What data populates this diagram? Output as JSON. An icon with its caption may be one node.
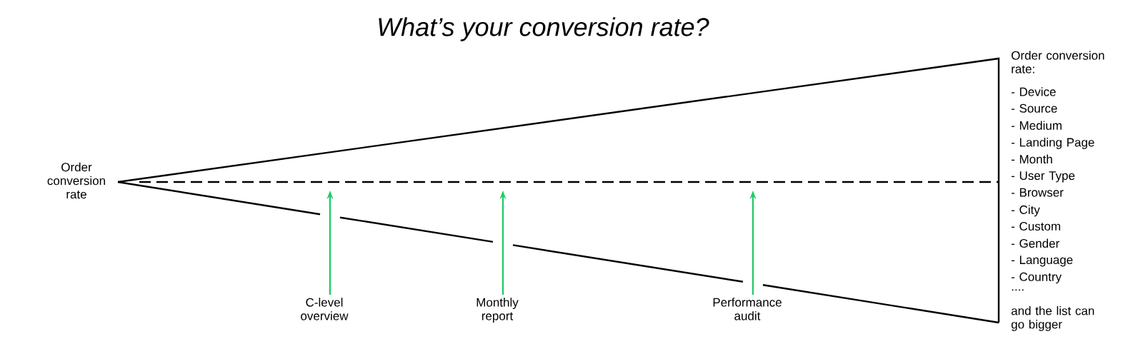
{
  "diagram": {
    "title": "What’s your conversion rate?",
    "nodes": [
      {
        "text": [
          "C-level overview"
        ]
      },
      {
        "text": [
          "Monthly report"
        ]
      },
      {
        "text": [
          "Performance audit"
        ]
      }
    ],
    "edges": [
      {
        "from": 0,
        "to": null,
        "arrow": "to"
      },
      {
        "from": 1,
        "to": null,
        "arrow": "to"
      },
      {
        "from": 2,
        "to": null,
        "arrow": "to"
      }
    ],
    "labels": [
      "Order conversion rate",
      "Order conversion rate:",
      "- Device",
      "- Source",
      "- Medium",
      "- Landing Page",
      "- Month",
      "- User Type",
      "- Browser",
      "- City",
      "- Custom",
      "- Gender",
      "- Language",
      "- Country",
      "....",
      "and the list can go bigger"
    ]
  }
}
